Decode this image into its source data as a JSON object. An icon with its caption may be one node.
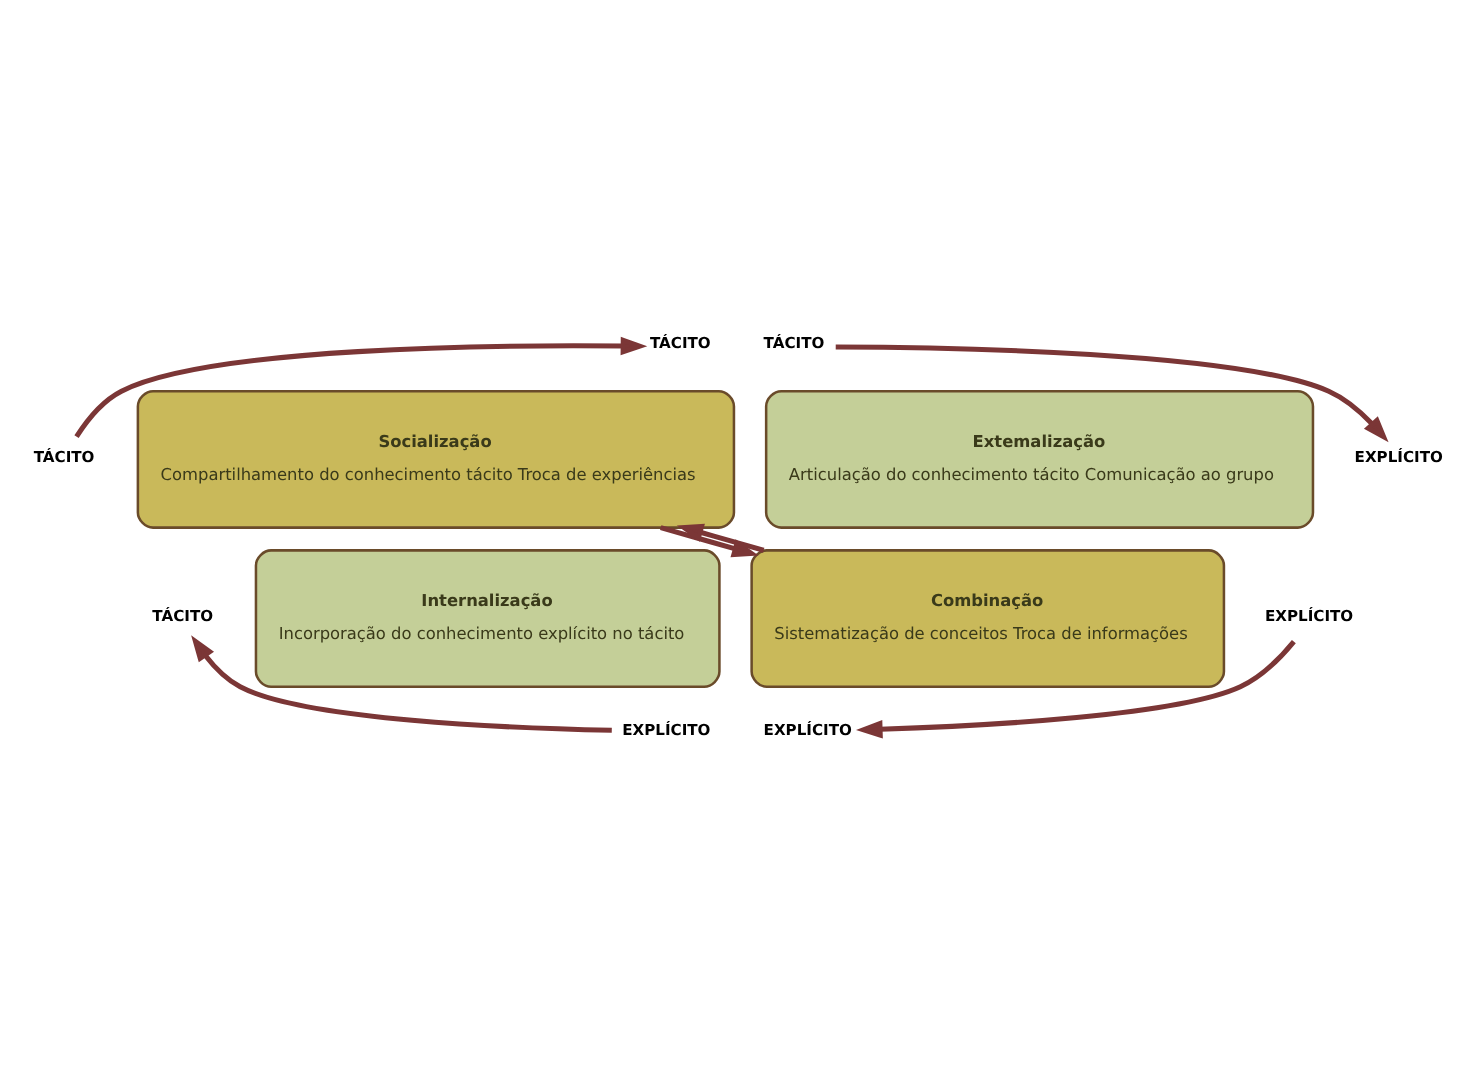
{
  "diagram": {
    "nodes": [
      {
        "text": [
          "Socialização",
          "Compartilhamento do conhecimento tácito Troca de experiências"
        ]
      },
      {
        "text": [
          "Extemalização",
          "Articulação do conhecimento tácito Comunicação ao grupo"
        ]
      },
      {
        "text": [
          "Internalização",
          "Incorporação do conhecimento explícito no tácito"
        ]
      },
      {
        "text": [
          "Combinação",
          "Sistematização de conceitos Troca de informações"
        ]
      },
      {
        "text": [
          "TÁCITO"
        ]
      },
      {
        "text": [
          "TÁCITO"
        ]
      },
      {
        "text": [
          "TÁCITO"
        ]
      },
      {
        "text": [
          "EXPLÍCITO"
        ]
      },
      {
        "text": [
          "TÁCITO"
        ]
      },
      {
        "text": [
          "EXPLÍCITO"
        ]
      },
      {
        "text": [
          "EXPLÍCITO"
        ]
      },
      {
        "text": [
          "EXPLÍCITO"
        ]
      }
    ],
    "edges": [
      {
        "from": 6,
        "to": 4,
        "arrow": "to"
      },
      {
        "from": 5,
        "to": 7,
        "arrow": "to"
      },
      {
        "from": 0,
        "to": 3,
        "arrow": "to"
      },
      {
        "from": 3,
        "to": 0,
        "arrow": "to"
      },
      {
        "from": 10,
        "to": 11,
        "arrow": "to"
      },
      {
        "from": 9,
        "to": 8,
        "arrow": "to"
      }
    ]
  }
}
